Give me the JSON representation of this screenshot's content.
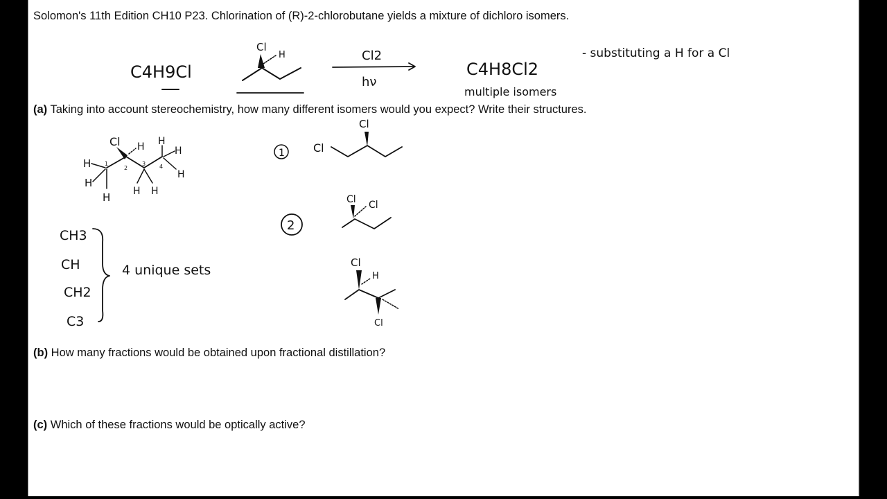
{
  "problem": {
    "title": "Solomon's 11th Edition CH10 P23. Chlorination of (R)-2-chlorobutane yields a mixture of dichloro isomers.",
    "part_a_label": "(a)",
    "part_a_text": "Taking into account stereochemistry, how many different isomers would you expect? Write their structures.",
    "part_b_label": "(b)",
    "part_b_text": "How many fractions would be obtained upon fractional distillation?",
    "part_c_label": "(c)",
    "part_c_text": "Which of these fractions would be optically active?"
  },
  "notes": {
    "formula_reactant": "C4H9Cl",
    "reagent_top": "Cl2",
    "reagent_bottom": "hν",
    "formula_product": "C4H8Cl2",
    "product_note": "multiple isomers",
    "side_note": "- substituting a H for a Cl",
    "sets_note": "4 unique sets",
    "set_labels": [
      "CH3",
      "CH",
      "CH2",
      "C3"
    ],
    "isomer_numbers": [
      "1",
      "2"
    ]
  },
  "colors": {
    "background": "#000000",
    "page": "#ffffff",
    "ink": "#111111"
  }
}
